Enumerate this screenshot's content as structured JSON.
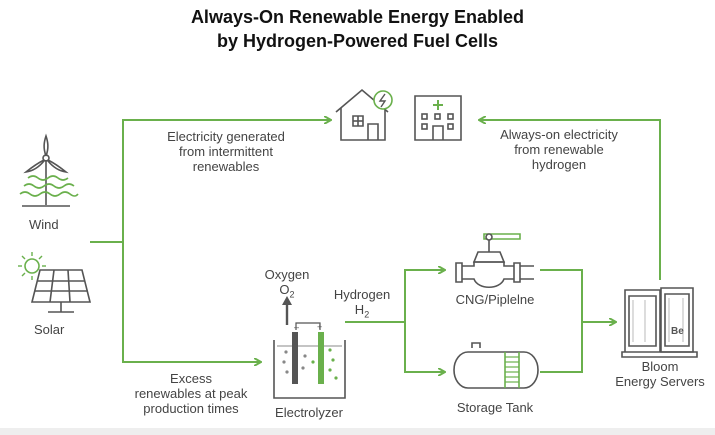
{
  "title": {
    "line1": "Always-On Renewable Energy Enabled",
    "line2": "by Hydrogen-Powered Fuel Cells"
  },
  "labels": {
    "wind": "Wind",
    "solar": "Solar",
    "electricity_generated": [
      "Electricity generated",
      "from intermittent",
      "renewables"
    ],
    "always_on": [
      "Always-on electricity",
      "from renewable",
      "hydrogen"
    ],
    "excess": [
      "Excess",
      "renewables at peak",
      "production times"
    ],
    "oxygen": "Oxygen",
    "o2_base": "O",
    "o2_sub": "2",
    "hydrogen": "Hydrogen",
    "h2_base": "H",
    "h2_sub": "2",
    "electrolyzer": "Electrolyzer",
    "cng": "CNG/Piplelne",
    "storage": "Storage Tank",
    "bloom": [
      "Bloom",
      "Energy Servers"
    ],
    "be_logo": "Be"
  },
  "colors": {
    "green": "#6ab04c",
    "icon_gray": "#555555",
    "text": "#444444"
  },
  "icons": [
    "wind-turbine-icon",
    "solar-panel-icon",
    "house-icon",
    "office-building-icon",
    "electrolyzer-icon",
    "pipeline-valve-icon",
    "storage-tank-icon",
    "energy-server-icon"
  ]
}
